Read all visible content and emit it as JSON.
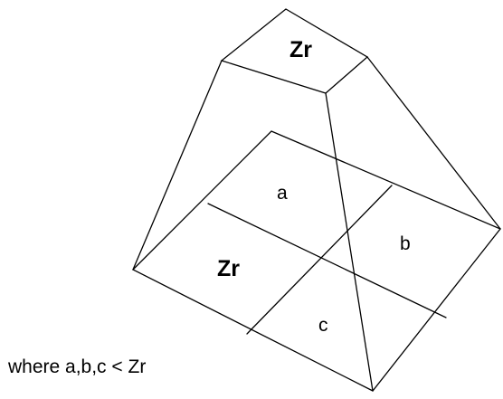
{
  "labels": {
    "top": "Zr",
    "cell_a": "a",
    "cell_b": "b",
    "cell_center": "Zr",
    "cell_c": "c"
  },
  "caption": "where a,b,c < Zr"
}
